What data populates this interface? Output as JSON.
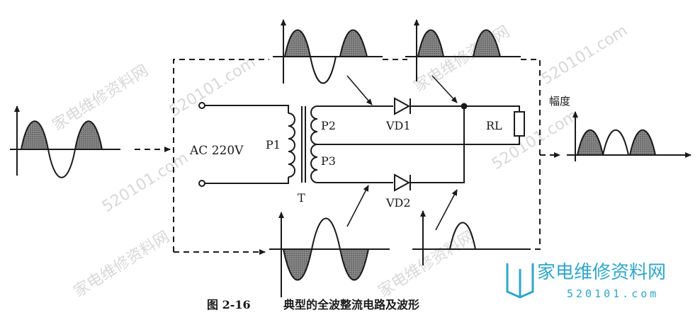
{
  "labels": {
    "source": "AC 220V",
    "primary": "P1",
    "secondary_top": "P2",
    "secondary_bottom": "P3",
    "transformer": "T",
    "diode_top": "VD1",
    "diode_bottom": "VD2",
    "load": "RL",
    "amplitude": "幅度"
  },
  "caption": {
    "figure_no": "图 2-16",
    "title": "典型的全波整流电路及波形"
  },
  "watermark": {
    "text": "家电维修资料网",
    "url": "520101.com"
  },
  "logo": {
    "title": "家电维修资料网",
    "subtitle": "520101.com"
  },
  "colors": {
    "ink": "#1a1a1a",
    "hatch": "#6a6a6a",
    "watermark": "#d4d4d4",
    "logo": "#2fa6c9"
  }
}
